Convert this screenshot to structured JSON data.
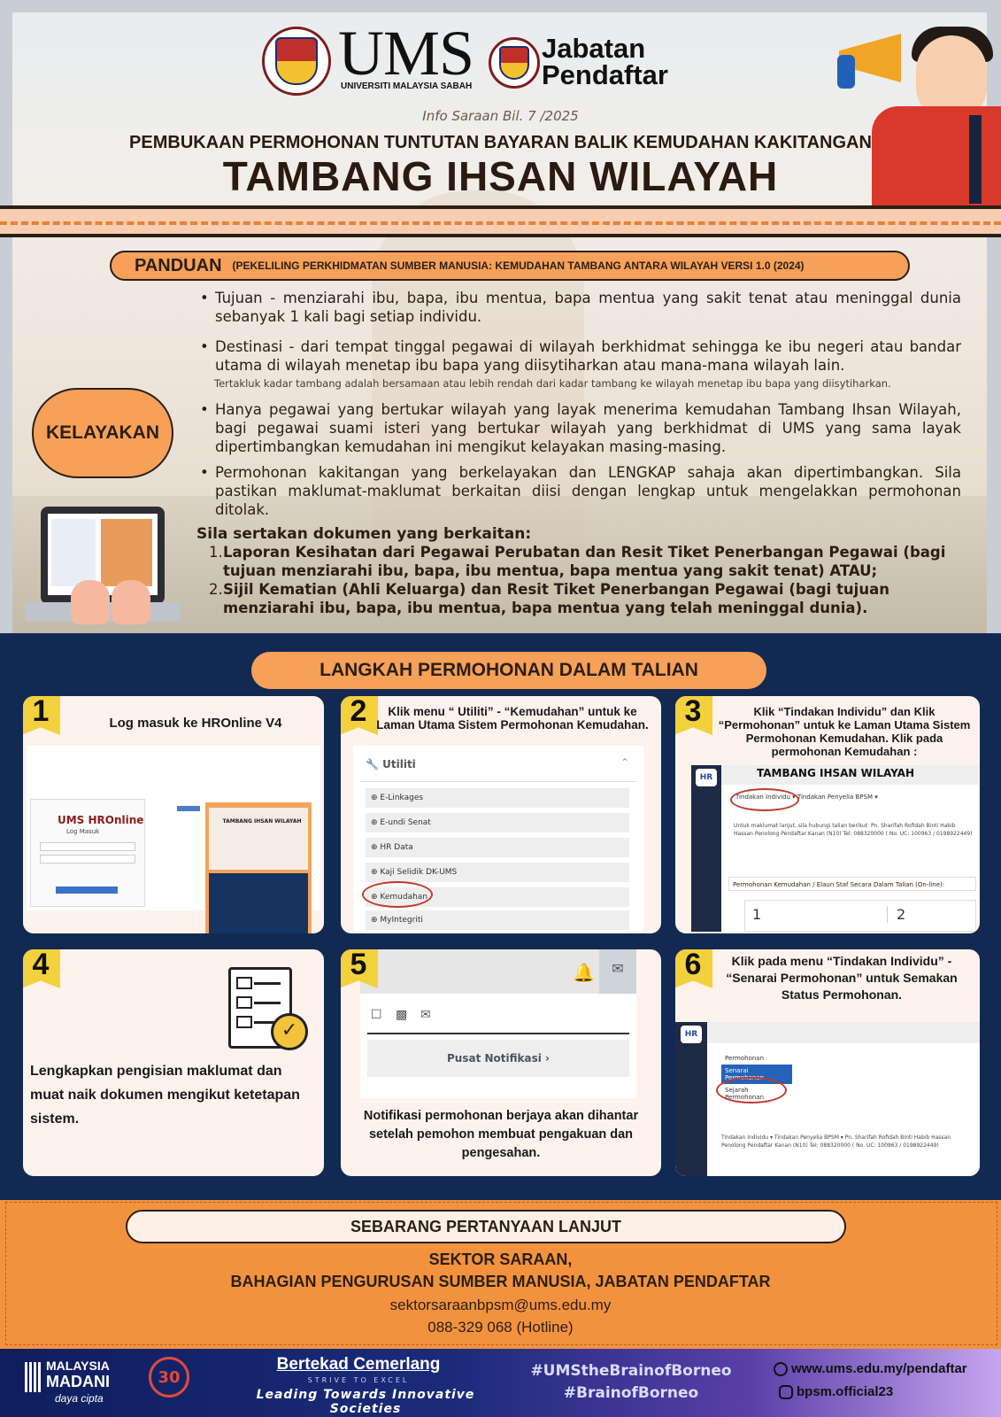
{
  "header": {
    "ums_logo": "UMS",
    "ums_subtitle": "UNIVERSITI MALAYSIA SABAH",
    "jabatan": "Jabatan Pendaftar",
    "info": "Info Saraan Bil.  7 /2025",
    "subtitle": "PEMBUKAAN PERMOHONAN TUNTUTAN BAYARAN BALIK KEMUDAHAN KAKITANGAN",
    "title": "TAMBANG IHSAN WILAYAH"
  },
  "panduan": {
    "label": "PANDUAN",
    "reference": "(PEKELILING PERKHIDMATAN SUMBER MANUSIA: KEMUDAHAN TAMBANG ANTARA WILAYAH VERSI 1.0 (2024)"
  },
  "kelayakan": {
    "label": "KELAYAKAN",
    "bullets": [
      "Tujuan - menziarahi ibu, bapa, ibu mentua, bapa mentua yang sakit tenat atau meninggal dunia sebanyak 1 kali bagi setiap individu.",
      "Destinasi - dari tempat tinggal pegawai di wilayah berkhidmat sehingga ke ibu negeri atau bandar utama di wilayah menetap ibu bapa yang diisytiharkan atau mana-mana wilayah lain.",
      "Hanya pegawai yang bertukar wilayah yang layak menerima kemudahan Tambang Ihsan Wilayah, bagi pegawai suami isteri yang bertukar wilayah yang berkhidmat di UMS yang sama layak dipertimbangkan kemudahan ini mengikut kelayakan masing-masing.",
      "Permohonan kakitangan yang berkelayakan dan LENGKAP sahaja akan dipertimbangkan. Sila pastikan maklumat-maklumat berkaitan diisi dengan lengkap untuk mengelakkan permohonan ditolak."
    ],
    "note": "Tertakluk kadar tambang adalah bersamaan atau lebih rendah dari kadar tambang ke wilayah menetap ibu bapa yang diisytiharkan."
  },
  "documents": {
    "title": "Sila sertakan dokumen yang berkaitan:",
    "items": [
      {
        "num": "1.",
        "text": "Laporan Kesihatan dari Pegawai Perubatan dan Resit Tiket Penerbangan Pegawai (bagi tujuan menziarahi ibu, bapa, ibu mentua, bapa mentua yang sakit tenat) ATAU;"
      },
      {
        "num": "2.",
        "text": "Sijil Kematian (Ahli Keluarga) dan Resit Tiket Penerbangan Pegawai (bagi tujuan menziarahi ibu, bapa, ibu mentua, bapa mentua yang telah meninggal dunia)."
      }
    ]
  },
  "steps": {
    "title": "LANGKAH PERMOHONAN DALAM TALIAN",
    "s1": {
      "num": "1",
      "text": "Log masuk ke HROnline V4",
      "logo": "UMS HROnline",
      "login": "Log Masuk",
      "mini_title": "TAMBANG IHSAN WILAYAH"
    },
    "s2": {
      "num": "2",
      "text": "Klik menu “ Utiliti” - “Kemudahan” untuk ke Laman Utama Sistem Permohonan Kemudahan.",
      "menu_title": "Utiliti",
      "items": [
        "E-Linkages",
        "E-undi Senat",
        "HR Data",
        "Kaji Selidik DK-UMS",
        "Kemudahan",
        "MyIntegriti"
      ]
    },
    "s3": {
      "num": "3",
      "text": "Klik “Tindakan Individu” dan Klik “Permohonan” untuk ke Laman Utama Sistem Permohonan Kemudahan. Klik pada permohonan Kemudahan :",
      "screen_title": "TAMBANG IHSAN WILAYAH",
      "hr": "HR",
      "tabs": "Tindakan Individu ▾      Tindakan Penyelia BPSM ▾",
      "info": "Untuk maklumat lanjut, sila hubungi talian berikut:  Pn. Sharifah Rofidah Binti Habib Hassan  Penolong Pendaftar Kanan (N10)  Tel: 088320000 ( No. UC: 100963 / 0198922449)",
      "box": "Permohonan Kemudahan / Elaun Staf Secara Dalam Talian (On-line):",
      "n1": "1",
      "n2": "2"
    },
    "s4": {
      "num": "4",
      "text": "Lengkapkan pengisian maklumat dan muat naik dokumen mengikut ketetapan sistem."
    },
    "s5": {
      "num": "5",
      "text": "Notifikasi permohonan berjaya akan dihantar setelah pemohon membuat pengakuan dan pengesahan.",
      "panel": "Pusat Notifikasi ›"
    },
    "s6": {
      "num": "6",
      "text": "Klik pada menu “Tindakan Individu” - “Senarai Permohonan” untuk Semakan Status Permohonan.",
      "hr": "HR",
      "menu": [
        "Permohonan",
        "Senarai Permohonan",
        "Sejarah Permohonan"
      ],
      "info": "Tindakan Individu ▾   Tindakan Penyelia BPSM ▾   Pn. Sharifah Rofidah Binti Habib Hassan  Penolong Pendaftar Kanan (N10)  Tel: 088320000 ( No. UC: 100963 / 0198922449)"
    }
  },
  "contact": {
    "title": "SEBARANG PERTANYAAN LANJUT",
    "line1": "SEKTOR SARAAN,",
    "line2": "BAHAGIAN PENGURUSAN SUMBER MANUSIA, JABATAN PENDAFTAR",
    "email": "sektorsaraanbpsm@ums.edu.my",
    "phone": "088-329 068 (Hotline)"
  },
  "footer": {
    "madani1": "MALAYSIA",
    "madani2": "MADANI",
    "madani3": "daya cipta",
    "thirty": "30",
    "bertekad": "Bertekad Cemerlang",
    "strive": "STRIVE TO EXCEL",
    "leading": "Leading Towards Innovative Societies",
    "tag1": "#UMStheBrainofBorneo",
    "tag2": "#BrainofBorneo",
    "website": "www.ums.edu.my/pendaftar",
    "instagram": "bpsm.official23"
  },
  "colors": {
    "orange": "#f6a05a",
    "navy": "#122a52",
    "badge": "#f3d13c"
  }
}
